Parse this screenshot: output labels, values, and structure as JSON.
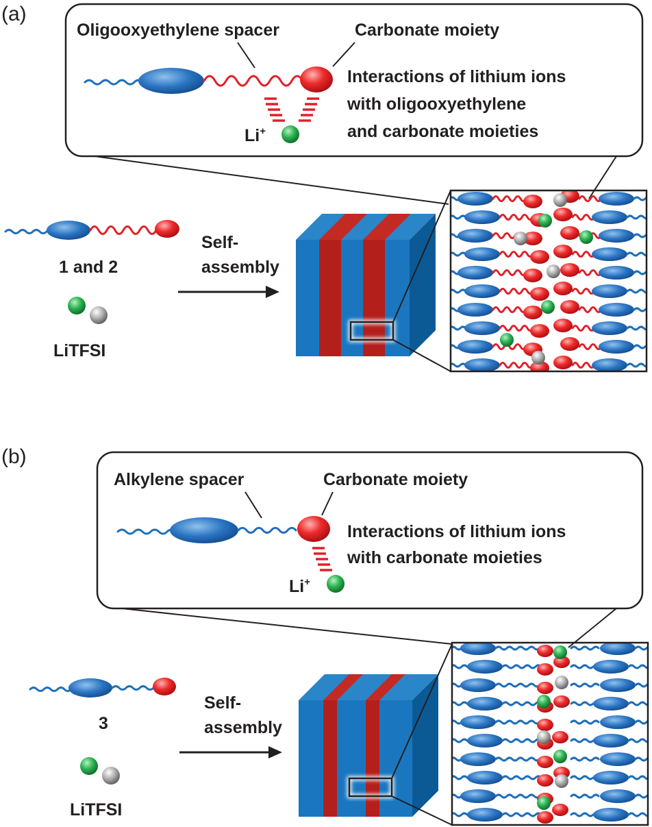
{
  "panel_a": {
    "label": "(a)",
    "callout": {
      "spacer_label": "Oligooxyethylene spacer",
      "moiety_label": "Carbonate moiety",
      "ion_label": "Li",
      "ion_charge": "+",
      "interaction_lines": [
        "Interactions of lithium ions",
        "with oligooxyethylene",
        "and carbonate moieties"
      ]
    },
    "molecule_label": "1 and 2",
    "salt_label": "LiTFSI",
    "process_lines": [
      "Self-",
      "assembly"
    ]
  },
  "panel_b": {
    "label": "(b)",
    "callout": {
      "spacer_label": "Alkylene spacer",
      "moiety_label": "Carbonate moiety",
      "ion_label": "Li",
      "ion_charge": "+",
      "interaction_lines": [
        "Interactions of lithium ions",
        "with carbonate moieties"
      ]
    },
    "molecule_label": "3",
    "salt_label": "LiTFSI",
    "process_lines": [
      "Self-",
      "assembly"
    ]
  },
  "colors": {
    "mesogen_blue": "#1f6fb8",
    "carbonate_red": "#e0202a",
    "lithium_green": "#22a34a",
    "anion_gray": "#9a9a9a",
    "cube_red_stripe": "#b3201c"
  }
}
